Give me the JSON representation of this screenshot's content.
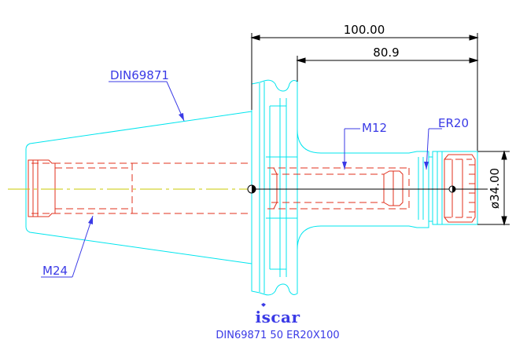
{
  "dimensions": {
    "overall_length": "100.00",
    "gauge_length": "80.9",
    "nut_diameter": "ø34.00"
  },
  "callouts": {
    "taper_standard": "DIN69871",
    "thread_large": "M24",
    "thread_small": "M12",
    "collet_type": "ER20"
  },
  "logo": {
    "text": "iscar"
  },
  "caption": "DIN69871 50 ER20X100",
  "colors": {
    "outline": "#00e5ee",
    "hidden": "#e0301e",
    "dimension": "#000000",
    "callout": "#3a3ae6",
    "centerline": "#c8c800"
  }
}
